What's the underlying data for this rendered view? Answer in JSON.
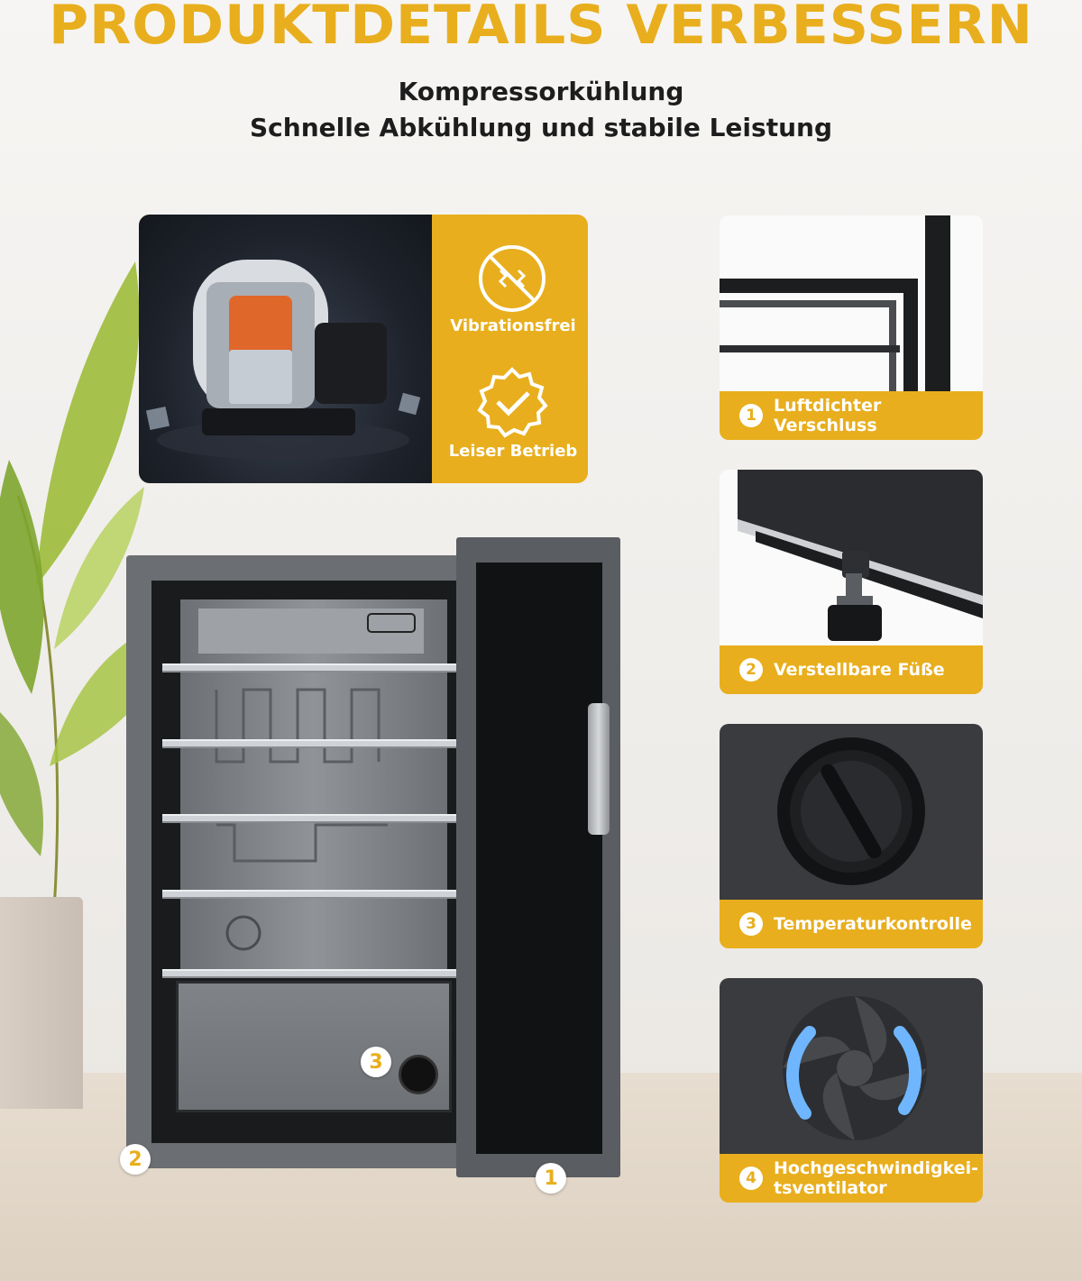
{
  "header": {
    "title": "PRODUKTDETAILS VERBESSERN",
    "subtitle_line1": "Kompressorkühlung",
    "subtitle_line2": "Schnelle Abkühlung und stabile Leistung"
  },
  "compressor_panel": {
    "features": [
      {
        "icon": "no-vibration-icon",
        "label": "Vibrationsfrei"
      },
      {
        "icon": "checkmark-seal-icon",
        "label": "Leiser Betrieb"
      }
    ]
  },
  "feature_cards": [
    {
      "number": "1",
      "label": "Luftdichter Verschluss"
    },
    {
      "number": "2",
      "label": "Verstellbare Füße"
    },
    {
      "number": "3",
      "label": "Temperaturkontrolle"
    },
    {
      "number": "4",
      "label_line1": "Hochgeschwindigkei-",
      "label_line2": "tsventilator"
    }
  ],
  "fridge_markers": {
    "marker1": "1",
    "marker2": "2",
    "marker3": "3"
  },
  "colors": {
    "accent": "#e8ae1d",
    "text": "#1d1d1d"
  }
}
